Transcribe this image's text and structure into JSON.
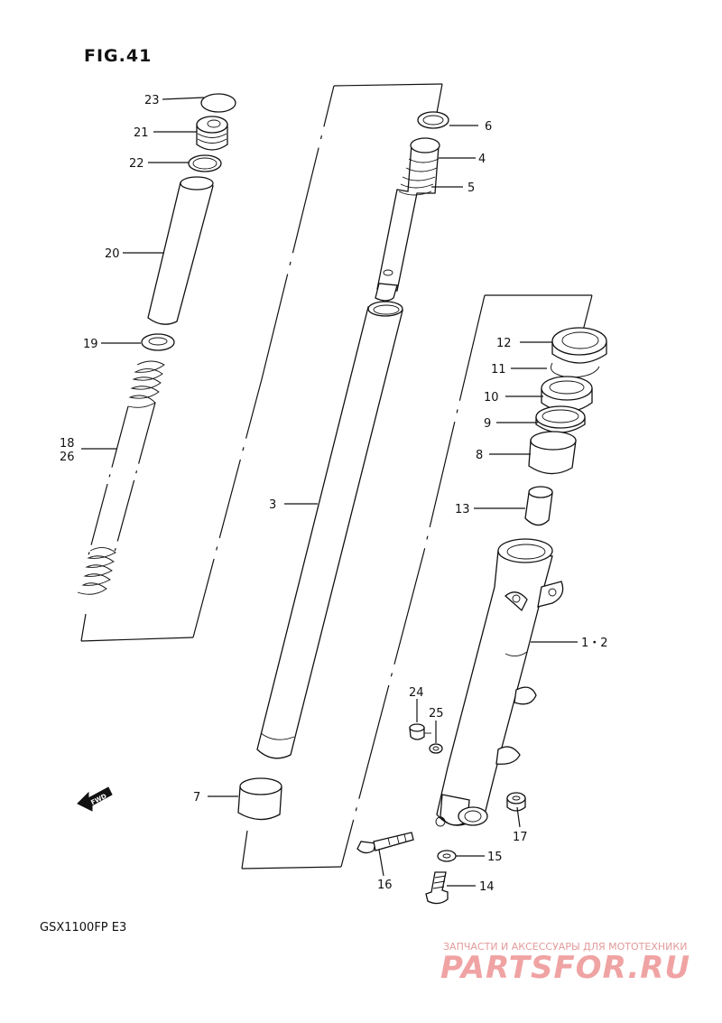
{
  "figure": {
    "title": "FIG.41",
    "model": "GSX1100FP E3",
    "fwd_label": "FWD"
  },
  "callouts": [
    {
      "id": "23",
      "label": "23"
    },
    {
      "id": "21",
      "label": "21"
    },
    {
      "id": "22",
      "label": "22"
    },
    {
      "id": "20",
      "label": "20"
    },
    {
      "id": "19",
      "label": "19"
    },
    {
      "id": "18",
      "label": "18"
    },
    {
      "id": "26",
      "label": "26"
    },
    {
      "id": "6",
      "label": "6"
    },
    {
      "id": "4",
      "label": "4"
    },
    {
      "id": "5",
      "label": "5"
    },
    {
      "id": "3",
      "label": "3"
    },
    {
      "id": "12",
      "label": "12"
    },
    {
      "id": "11",
      "label": "11"
    },
    {
      "id": "10",
      "label": "10"
    },
    {
      "id": "9",
      "label": "9"
    },
    {
      "id": "8",
      "label": "8"
    },
    {
      "id": "13",
      "label": "13"
    },
    {
      "id": "1-2",
      "label": "1・2"
    },
    {
      "id": "24",
      "label": "24"
    },
    {
      "id": "25",
      "label": "25"
    },
    {
      "id": "7",
      "label": "7"
    },
    {
      "id": "17",
      "label": "17"
    },
    {
      "id": "16",
      "label": "16"
    },
    {
      "id": "15",
      "label": "15"
    },
    {
      "id": "14",
      "label": "14"
    }
  ],
  "watermark": {
    "tagline": "ЗАПЧАСТИ И АКСЕССУАРЫ ДЛЯ МОТОТЕХНИКИ",
    "logo": "PARTSFOR.RU",
    "color": "#f0a3a3"
  }
}
